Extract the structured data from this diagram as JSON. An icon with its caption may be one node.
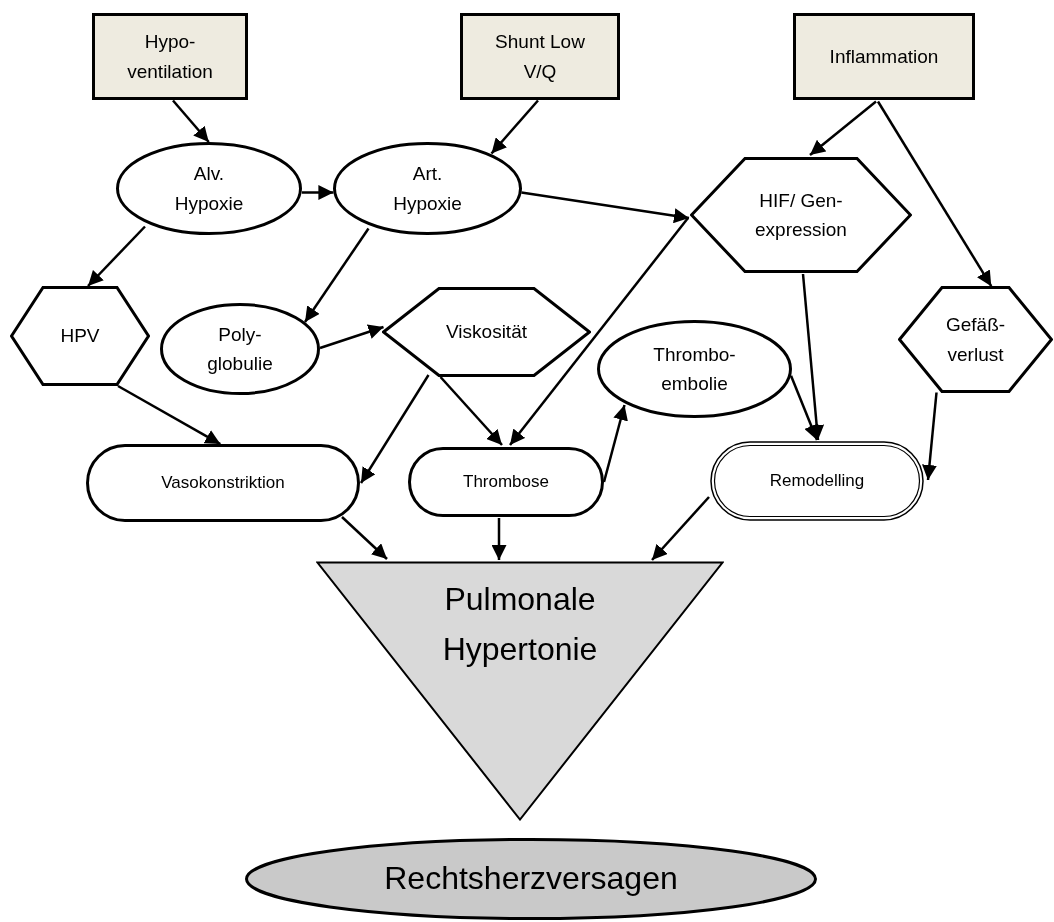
{
  "diagram": {
    "nodes": [
      {
        "text": [
          "Hypo- ventilation"
        ]
      },
      {
        "text": [
          "Shunt Low V/Q"
        ]
      },
      {
        "text": [
          "Inflammation"
        ]
      },
      {
        "text": [
          "Alv. Hypoxie"
        ]
      },
      {
        "text": [
          "Art. Hypoxie"
        ]
      },
      {
        "text": [
          "HIF/ Gen- expression"
        ]
      },
      {
        "text": [
          "HPV"
        ]
      },
      {
        "text": [
          "Poly- globulie"
        ]
      },
      {
        "text": [
          "Viskosität"
        ]
      },
      {
        "text": [
          "Thrombo- embolie"
        ]
      },
      {
        "text": [
          "Gefäß- verlust"
        ]
      },
      {
        "text": [
          "Vasokonstriktion"
        ]
      },
      {
        "text": [
          "Thrombose"
        ]
      },
      {
        "text": [
          "Remodelling"
        ]
      },
      {
        "text": [
          "Pulmonale Hypertonie"
        ]
      },
      {
        "text": [
          "Rechtsherzversagen"
        ]
      }
    ],
    "edges": [
      {
        "from": 0,
        "to": 3,
        "arrow": "to"
      },
      {
        "from": 1,
        "to": 4,
        "arrow": "to"
      },
      {
        "from": 3,
        "to": 4,
        "arrow": "to"
      },
      {
        "from": 4,
        "to": 5,
        "arrow": "to"
      },
      {
        "from": 2,
        "to": 5,
        "arrow": "to"
      },
      {
        "from": 2,
        "to": 10,
        "arrow": "to"
      },
      {
        "from": 3,
        "to": 6,
        "arrow": "to"
      },
      {
        "from": 4,
        "to": 7,
        "arrow": "to"
      },
      {
        "from": 7,
        "to": 8,
        "arrow": "to"
      },
      {
        "from": 6,
        "to": 11,
        "arrow": "to"
      },
      {
        "from": 8,
        "to": 11,
        "arrow": "to"
      },
      {
        "from": 8,
        "to": 12,
        "arrow": "to"
      },
      {
        "from": 5,
        "to": 12,
        "arrow": "to"
      },
      {
        "from": 12,
        "to": 9,
        "arrow": "to"
      },
      {
        "from": 9,
        "to": 13,
        "arrow": "to"
      },
      {
        "from": 5,
        "to": 13,
        "arrow": "to"
      },
      {
        "from": 10,
        "to": 13,
        "arrow": "to"
      },
      {
        "from": 11,
        "to": 14,
        "arrow": "to"
      },
      {
        "from": 12,
        "to": 14,
        "arrow": "to"
      },
      {
        "from": 13,
        "to": 14,
        "arrow": "to"
      }
    ]
  }
}
